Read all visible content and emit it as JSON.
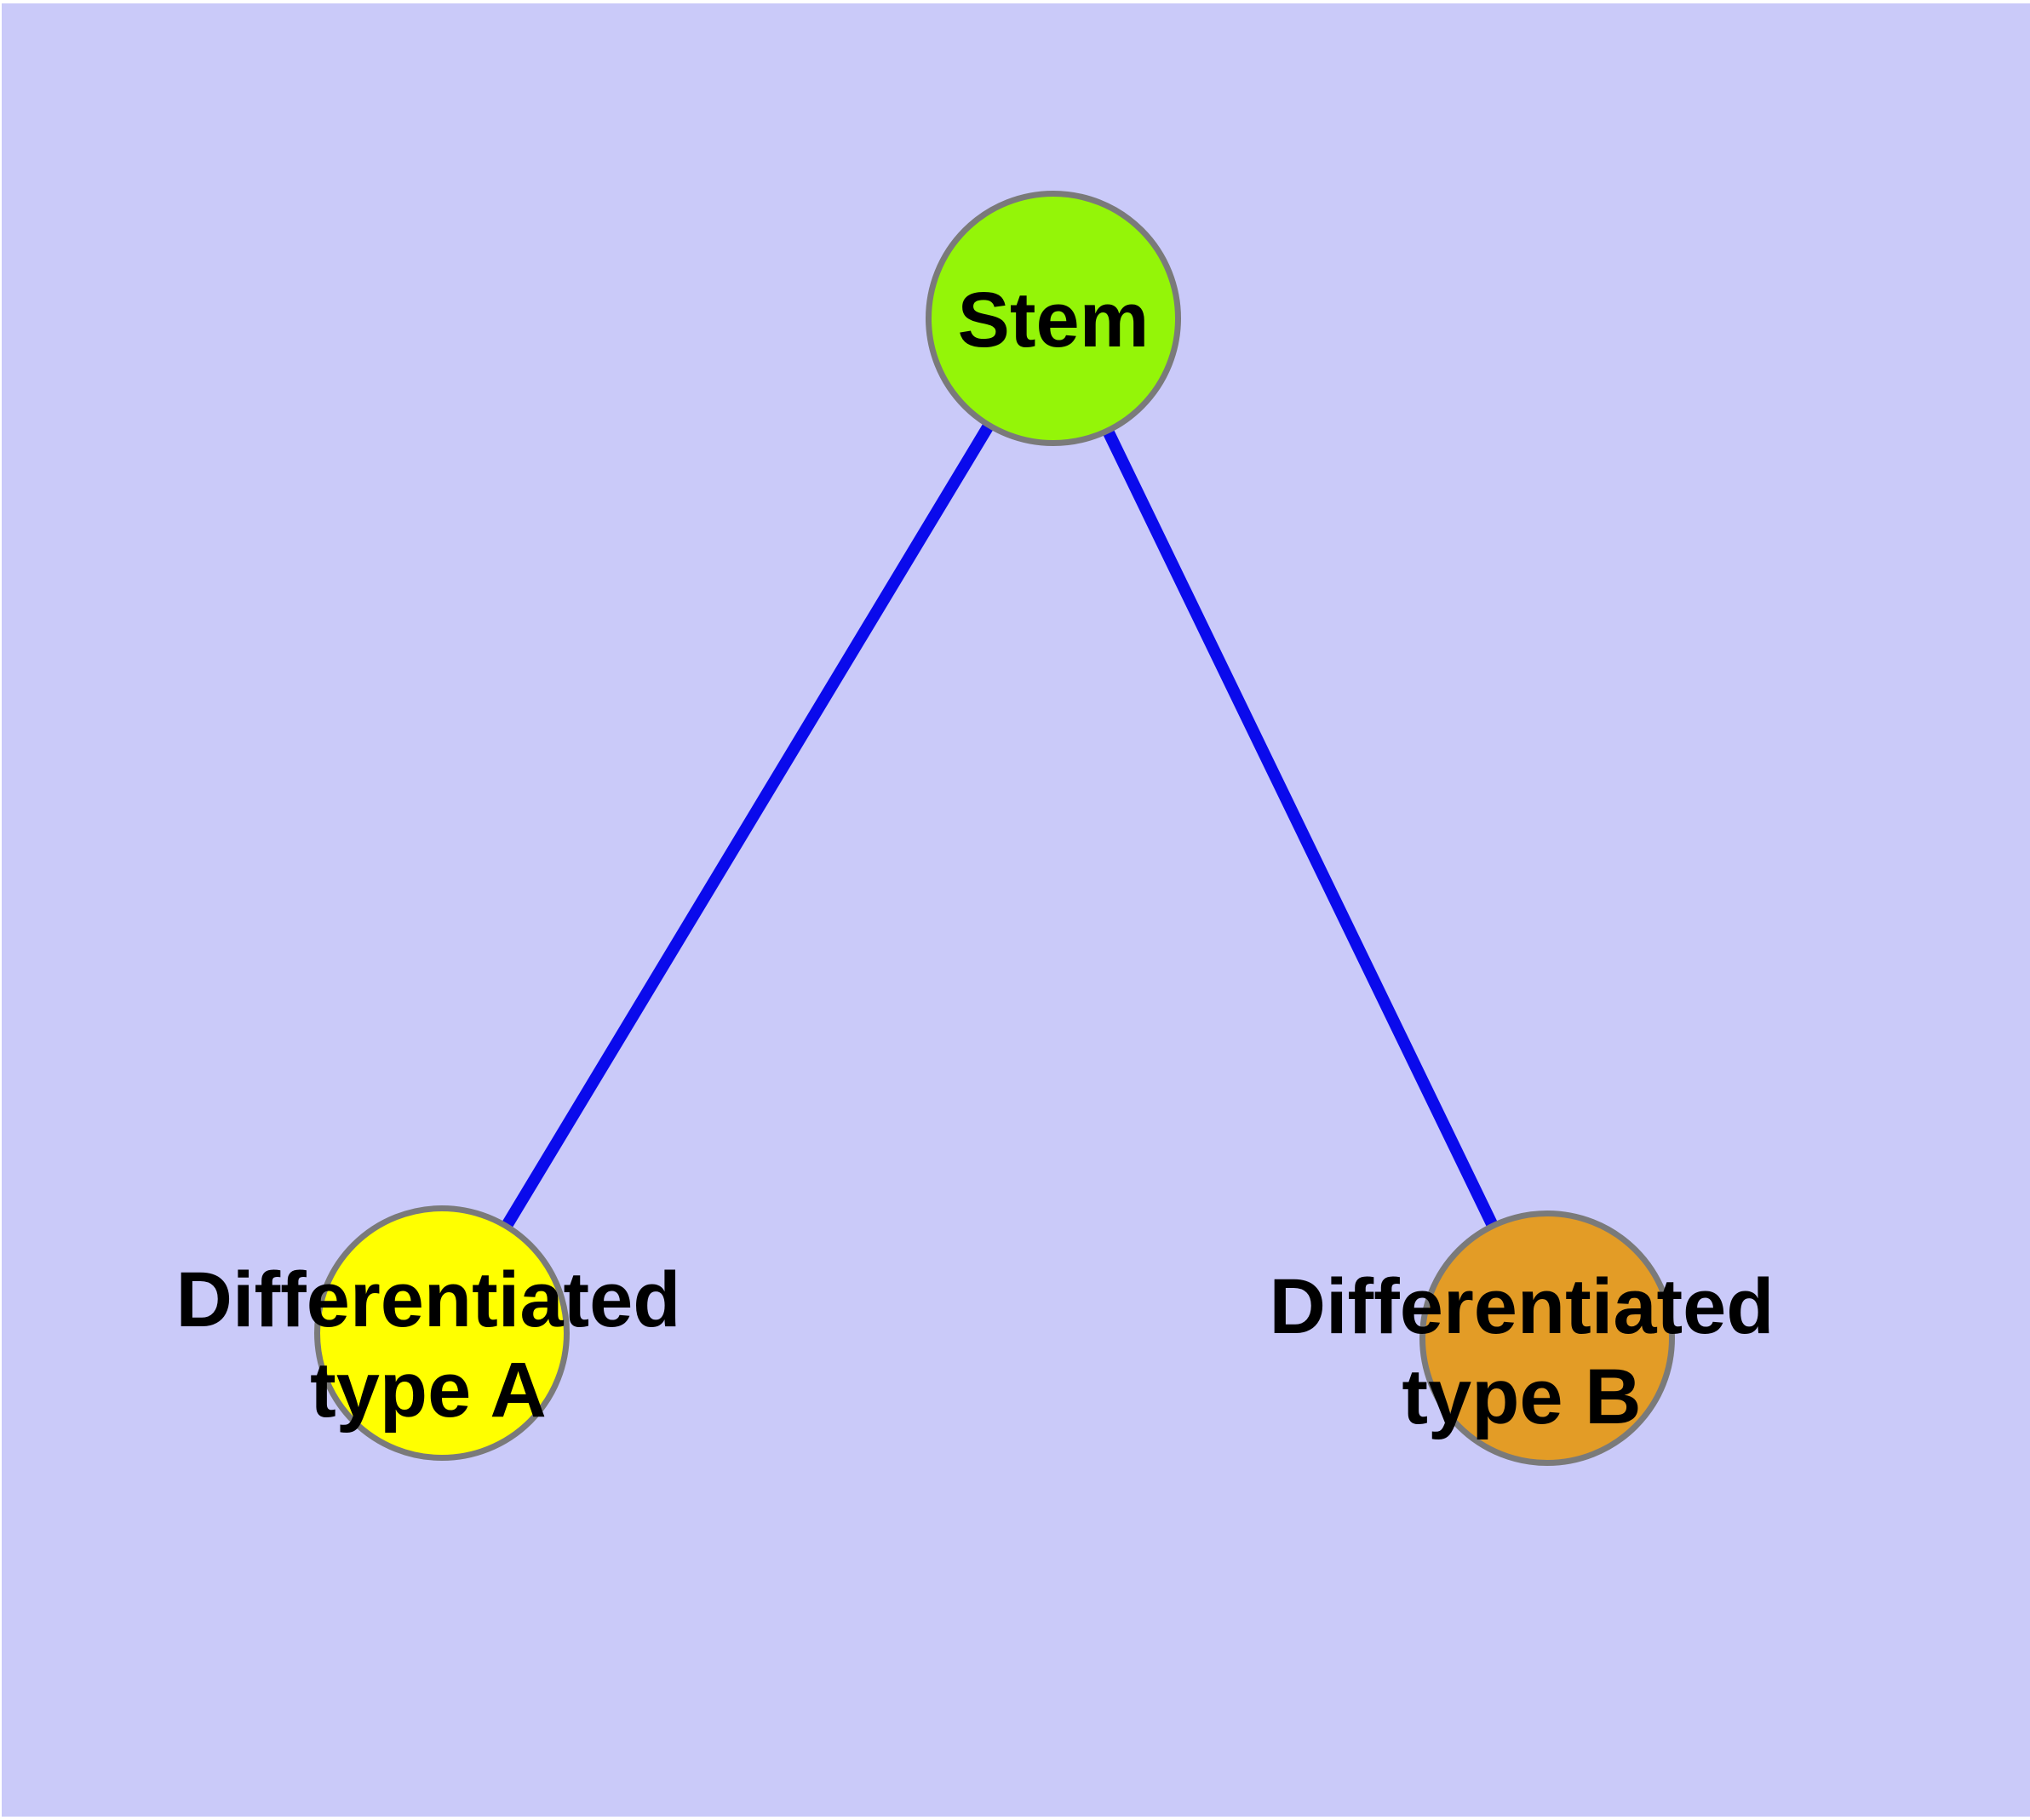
{
  "diagram": {
    "description": "Cell differentiation graph: a Stem node linked to two differentiated cell type nodes",
    "nodes": [
      {
        "id": "stem",
        "label": "Stem",
        "fill": "#94F508"
      },
      {
        "id": "type-a",
        "label": "Differentiated\ntype A",
        "fill": "#FFFF00"
      },
      {
        "id": "type-b",
        "label": "Differentiated\ntype B",
        "fill": "#E39C26"
      }
    ],
    "edges": [
      {
        "from": "stem",
        "to": "type-a"
      },
      {
        "from": "stem",
        "to": "type-b"
      }
    ]
  },
  "colors": {
    "bg": "#CACAF9",
    "page_margin": "#FFFFFF",
    "edge": "#0A0AEC",
    "node_stroke": "#7A7A7A",
    "label": "#000000"
  }
}
